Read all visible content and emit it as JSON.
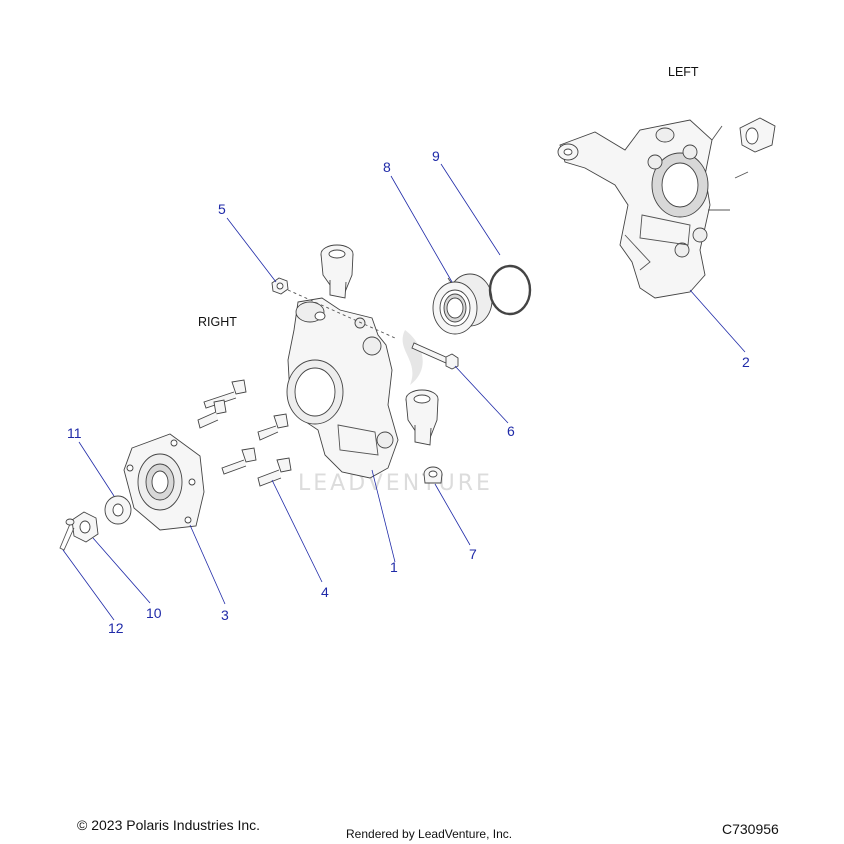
{
  "labels": {
    "left": "LEFT",
    "right": "RIGHT"
  },
  "watermark": "LEADVENTURE",
  "callouts": [
    {
      "id": "1",
      "text": "1"
    },
    {
      "id": "2",
      "text": "2"
    },
    {
      "id": "3",
      "text": "3"
    },
    {
      "id": "4",
      "text": "4"
    },
    {
      "id": "5",
      "text": "5"
    },
    {
      "id": "6",
      "text": "6"
    },
    {
      "id": "7",
      "text": "7"
    },
    {
      "id": "8",
      "text": "8"
    },
    {
      "id": "9",
      "text": "9"
    },
    {
      "id": "10",
      "text": "10"
    },
    {
      "id": "11",
      "text": "11"
    },
    {
      "id": "12",
      "text": "12"
    }
  ],
  "footer": {
    "copyright": "© 2023 Polaris Industries Inc.",
    "rendered_by": "Rendered by LeadVenture, Inc.",
    "diagram_id": "C730956"
  }
}
